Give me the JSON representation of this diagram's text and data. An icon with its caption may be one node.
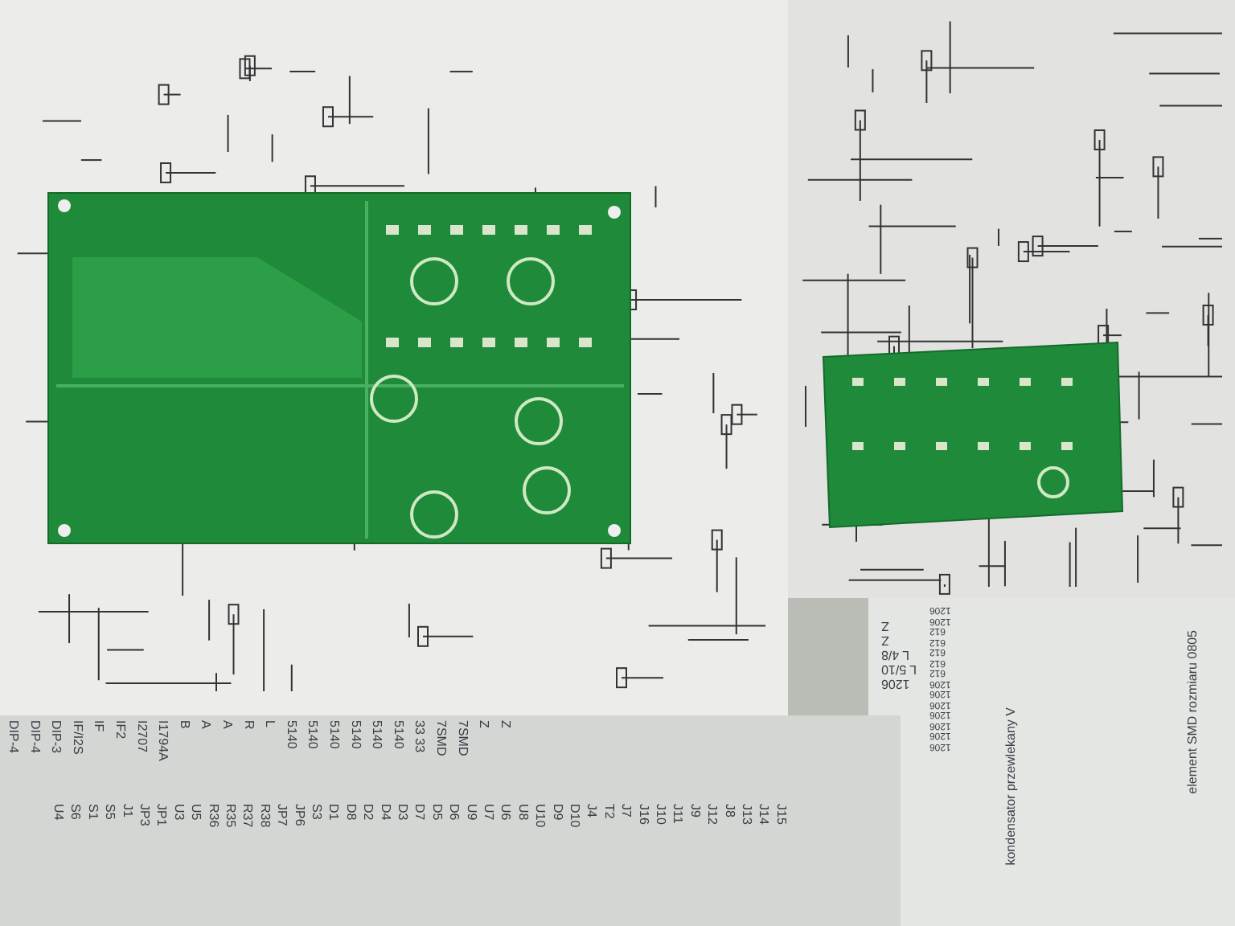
{
  "diagram": {
    "labels": [
      "U4",
      "S6",
      "S1",
      "S5",
      "J1",
      "JP3",
      "JP1",
      "U3",
      "U5",
      "R36",
      "R35",
      "R37",
      "R38",
      "JP7",
      "JP6",
      "S3",
      "D1",
      "D8",
      "D2",
      "D4",
      "D3",
      "D7",
      "D5",
      "D6",
      "U9",
      "U7",
      "U6",
      "U8",
      "U10",
      "D9",
      "D10",
      "J4",
      "T2",
      "J7",
      "J16",
      "J10",
      "J11",
      "J9",
      "J12",
      "J8",
      "J13",
      "J14",
      "J15",
      "DIP-4",
      "DIP-4",
      "DIP-3",
      "IF/I2S",
      "IF",
      "IF2",
      "I2707",
      "I1794A",
      "B",
      "A",
      "A",
      "R",
      "L",
      "5140",
      "5140",
      "5140",
      "5140",
      "5140",
      "5140",
      "33 33",
      "7SMD",
      "7SMD",
      "Z",
      "Z",
      "1206",
      "1206",
      "612",
      "612",
      "612",
      "612",
      "612",
      "1206",
      "1206",
      "1206",
      "1206",
      "1206",
      "1206",
      "1206",
      "Z",
      "Z",
      "L 4/8",
      "L 5/10",
      "1206",
      "kondensator przewlekany V",
      "element SMD rozmiaru 0805"
    ]
  }
}
